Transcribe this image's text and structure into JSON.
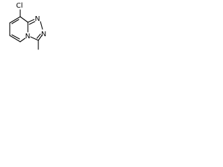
{
  "molecule": {
    "atoms": {
      "chlorine": "Cl",
      "nitrogen_top": "N",
      "nitrogen_right": "N",
      "nitrogen_bridge": "N"
    },
    "colors": {
      "bond": "#000000",
      "label": "#000000",
      "background": "#ffffff"
    }
  }
}
